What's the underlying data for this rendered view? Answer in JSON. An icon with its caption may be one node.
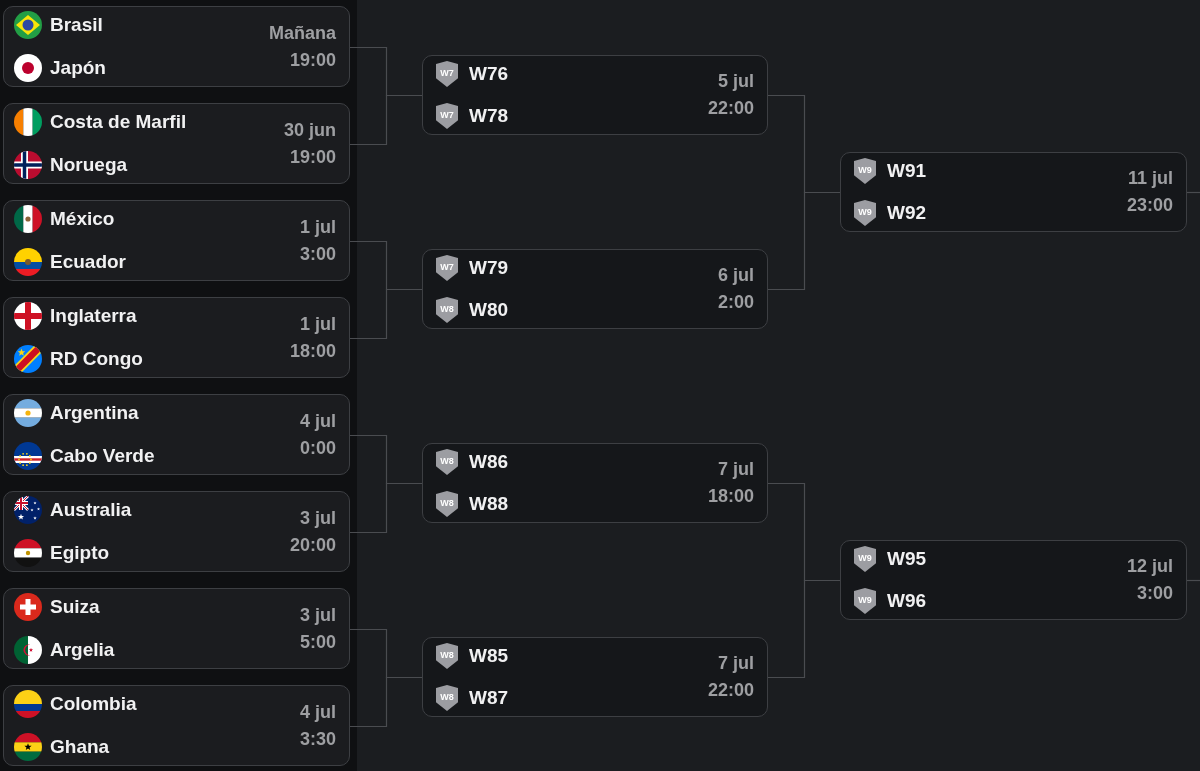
{
  "diagram": {
    "nodes": [
      {
        "text": [
          "Brasil",
          "Japón",
          "Mañana",
          "19:00"
        ]
      },
      {
        "text": [
          "Costa de Marfil",
          "Noruega",
          "30 jun",
          "19:00"
        ]
      },
      {
        "text": [
          "México",
          "Ecuador",
          "1 jul",
          "3:00"
        ]
      },
      {
        "text": [
          "Inglaterra",
          "RD Congo",
          "1 jul",
          "18:00"
        ]
      },
      {
        "text": [
          "Argentina",
          "Cabo Verde",
          "4 jul",
          "0:00"
        ]
      },
      {
        "text": [
          "Australia",
          "Egipto",
          "3 jul",
          "20:00"
        ]
      },
      {
        "text": [
          "Suiza",
          "Argelia",
          "3 jul",
          "5:00"
        ]
      },
      {
        "text": [
          "Colombia",
          "Ghana",
          "4 jul",
          "3:30"
        ]
      },
      {
        "text": [
          "W7",
          "W76",
          "W7",
          "W78",
          "5 jul",
          "22:00"
        ]
      },
      {
        "text": [
          "W7",
          "W79",
          "W8",
          "W80",
          "6 jul",
          "2:00"
        ]
      },
      {
        "text": [
          "W8",
          "W86",
          "W8",
          "W88",
          "7 jul",
          "18:00"
        ]
      },
      {
        "text": [
          "W8",
          "W85",
          "W8",
          "W87",
          "7 jul",
          "22:00"
        ]
      },
      {
        "text": [
          "W9",
          "W91",
          "W9",
          "W92",
          "11 jul",
          "23:00"
        ]
      },
      {
        "text": [
          "W9",
          "W95",
          "W9",
          "W96",
          "12 jul",
          "3:00"
        ]
      }
    ],
    "edges": [
      {
        "from": 0,
        "to": 8,
        "arrow": "none"
      },
      {
        "from": 1,
        "to": 8,
        "arrow": "none"
      },
      {
        "from": 2,
        "to": 9,
        "arrow": "none"
      },
      {
        "from": 3,
        "to": 9,
        "arrow": "none"
      },
      {
        "from": 4,
        "to": 10,
        "arrow": "none"
      },
      {
        "from": 5,
        "to": 10,
        "arrow": "none"
      },
      {
        "from": 6,
        "to": 11,
        "arrow": "none"
      },
      {
        "from": 7,
        "to": 11,
        "arrow": "none"
      },
      {
        "from": 8,
        "to": 12,
        "arrow": "none"
      },
      {
        "from": 9,
        "to": 12,
        "arrow": "none"
      },
      {
        "from": 10,
        "to": 13,
        "arrow": "none"
      },
      {
        "from": 11,
        "to": 13,
        "arrow": "none"
      },
      {
        "from": 12,
        "to": null,
        "arrow": "none"
      },
      {
        "from": 13,
        "to": null,
        "arrow": "none"
      }
    ]
  }
}
